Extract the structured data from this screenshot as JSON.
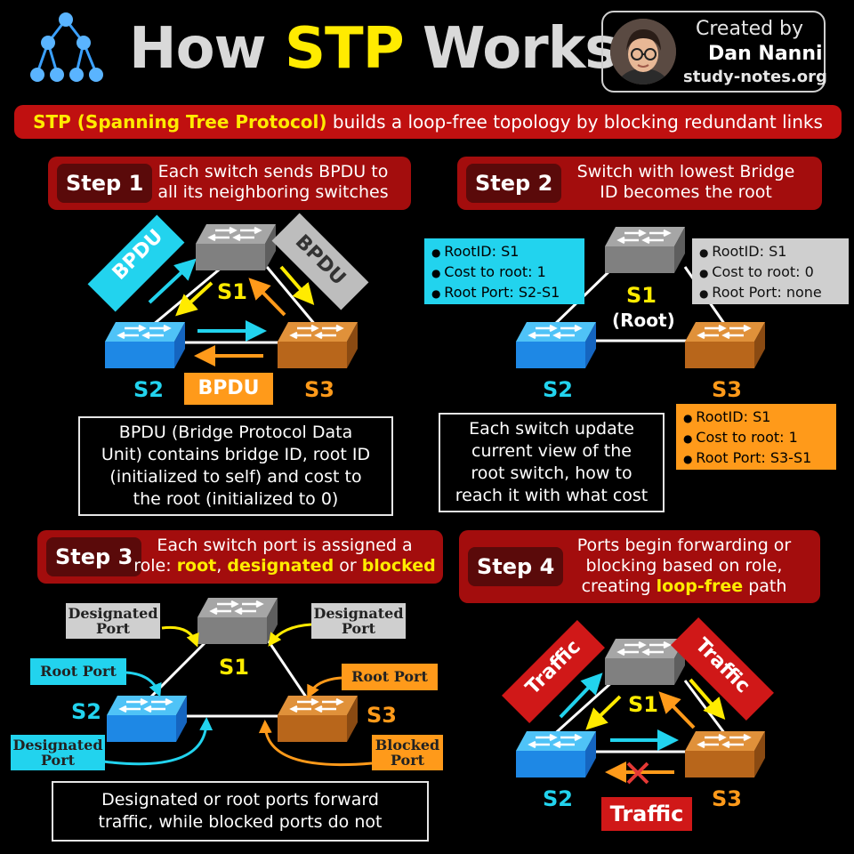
{
  "header": {
    "title_prefix": "How ",
    "title_highlight": "STP",
    "title_suffix": " Works"
  },
  "credit": {
    "line1": "Created by",
    "line2": "Dan Nanni",
    "line3": "study-notes.org"
  },
  "banner": {
    "highlight": "STP (Spanning Tree Protocol)",
    "rest": " builds a loop-free topology by blocking redundant links"
  },
  "step1": {
    "badge": "Step 1",
    "desc_line1": "Each switch sends BPDU to",
    "desc_line2": "all its neighboring switches",
    "bpdu_left": "BPDU",
    "bpdu_right": "BPDU",
    "bpdu_bottom": "BPDU",
    "s1": "S1",
    "s2": "S2",
    "s3": "S3",
    "note": [
      "BPDU (Bridge Protocol Data",
      "Unit) contains bridge ID, root ID",
      "(initialized to self) and cost to",
      "the root (initialized to 0)"
    ]
  },
  "step2": {
    "badge": "Step 2",
    "desc_line1": "Switch with lowest Bridge",
    "desc_line2": "ID becomes the root",
    "s1": "S1",
    "root": "(Root)",
    "s2": "S2",
    "s3": "S3",
    "info_s2": [
      "RootID: S1",
      "Cost to root: 1",
      "Root Port: S2-S1"
    ],
    "info_s1": [
      "RootID: S1",
      "Cost to root: 0",
      "Root Port: none"
    ],
    "info_s3": [
      "RootID: S1",
      "Cost to root: 1",
      "Root Port: S3-S1"
    ],
    "note": [
      "Each switch update",
      "current view of the",
      "root switch, how to",
      "reach it with what cost"
    ]
  },
  "step3": {
    "badge": "Step 3",
    "desc_line1": "Each switch port is assigned a",
    "desc_prefix": "role: ",
    "role_root": "root",
    "sep1": ", ",
    "role_designated": "designated",
    "sep2": " or ",
    "role_blocked": "blocked",
    "s1": "S1",
    "s2": "S2",
    "s3": "S3",
    "tag_des_left": [
      "Designated",
      "Port"
    ],
    "tag_des_right": [
      "Designated",
      "Port"
    ],
    "tag_root_left": "Root Port",
    "tag_root_right": "Root Port",
    "tag_des_bottom": [
      "Designated",
      "Port"
    ],
    "tag_blocked": [
      "Blocked",
      "Port"
    ],
    "note": [
      "Designated or root ports forward",
      "traffic, while blocked ports do not"
    ]
  },
  "step4": {
    "badge": "Step 4",
    "desc_line1": "Ports begin forwarding or",
    "desc_line2": "blocking based on role,",
    "desc_line3_prefix": "creating ",
    "desc_highlight": "loop-free",
    "desc_line3_suffix": " path",
    "traffic_left": "Traffic",
    "traffic_right": "Traffic",
    "traffic_bottom": "Traffic",
    "s1": "S1",
    "s2": "S2",
    "s3": "S3"
  },
  "colors": {
    "red": "#c01010",
    "yellow": "#ffeb00",
    "cyan": "#22d3ee",
    "orange": "#ff9a1a",
    "gray": "#9a9a9a"
  }
}
